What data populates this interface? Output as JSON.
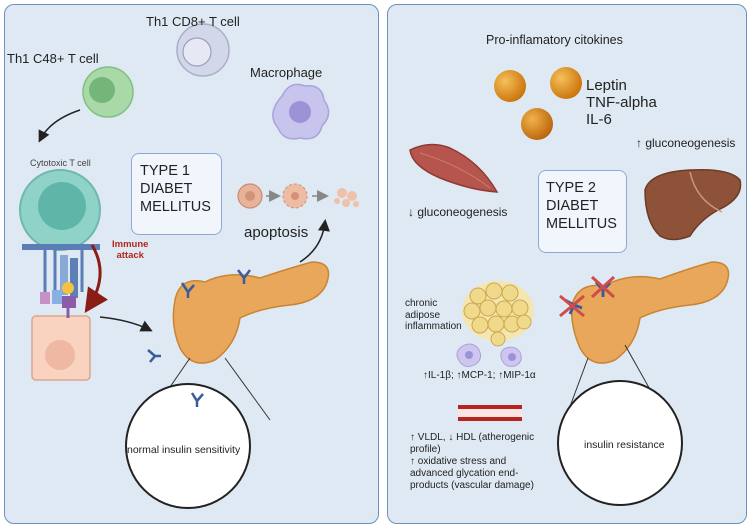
{
  "left_panel": {
    "th1_cd8_label": "Th1 CD8+ T cell",
    "th1_c48_label": "Th1 C48+ T cell",
    "macrophage_label": "Macrophage",
    "cytotoxic_label": "Cytotoxic T cell",
    "immune_attack_label": "Immune\nattack",
    "type1_box_text": "TYPE 1\nDIABET\nMELLITUS",
    "apoptosis_label": "apoptosis",
    "normal_sensitivity_label": "normal insulin sensitivity"
  },
  "right_panel": {
    "cytokines_title": "Pro-inflamatory citokines",
    "cytokine_list": [
      "Leptin",
      "TNF-alpha",
      "IL-6"
    ],
    "gluconeogenesis_up": "↑ gluconeogenesis",
    "gluconeogenesis_down": "↓ gluconeogenesis",
    "type2_box_text": "TYPE 2\nDIABET\nMELLITUS",
    "adipose_label": "chronic\nadipose\ninflammation",
    "markers_label": "↑IL-1β; ↑MCP-1; ↑MIP-1α",
    "vascular_text": "↑ VLDL, ↓ HDL (atherogenic\nprofile)\n↑ oxidative stress and\nadvanced glycation end-\nproducts (vascular damage)",
    "insulin_resistance_label": "insulin resistance"
  },
  "colors": {
    "panel_bg": "#dfe9f3",
    "panel_border": "#6f91b7",
    "pancreas": "#e8a75a",
    "immune_attack": "#b3261e",
    "cytokine_orange": "#d9860f",
    "muscle": "#b5554d",
    "liver": "#8d5238"
  }
}
